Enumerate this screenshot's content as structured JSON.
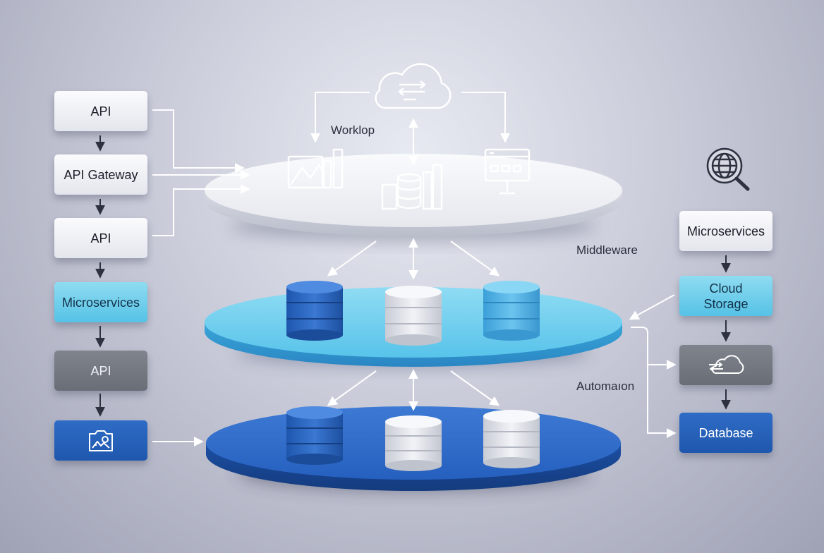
{
  "left_column": {
    "api_top": "API",
    "api_gateway": "API Gateway",
    "api_middle": "API",
    "microservices": "Microservices",
    "api_bottom": "API"
  },
  "right_column": {
    "microservices": "Microservices",
    "cloud_storage_line1": "Cloud",
    "cloud_storage_line2": "Storage",
    "database": "Database"
  },
  "labels": {
    "workflow": "Worklop",
    "middleware": "Middleware",
    "automation": "Automaıon"
  },
  "icons": {
    "top_cloud": "cloud-sync-icon",
    "analytics": "chart-image-icon",
    "database_chart": "database-chart-icon",
    "dashboard": "monitor-dashboard-icon",
    "globe_search": "globe-search-icon",
    "cloud_transfer": "cloud-transfer-icon",
    "bottom_left": "image-badge-icon"
  },
  "colors": {
    "top_platform": "#eef0f5",
    "middle_platform": "#5fc6ea",
    "bottom_platform": "#2a64c4",
    "line": "#ffffff"
  }
}
